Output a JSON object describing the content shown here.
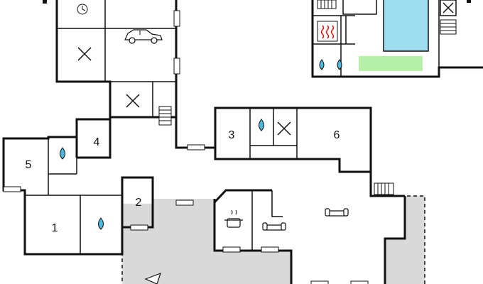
{
  "rooms": [
    {
      "id": "room-1",
      "label": "1"
    },
    {
      "id": "room-2",
      "label": "2"
    },
    {
      "id": "room-3",
      "label": "3"
    },
    {
      "id": "room-4",
      "label": "4"
    },
    {
      "id": "room-5",
      "label": "5"
    },
    {
      "id": "room-6",
      "label": "6"
    }
  ],
  "icons": [
    "clock-icon",
    "car-icon",
    "cross-box-icon",
    "stairs-icon",
    "water-drop-icon",
    "heater-icon",
    "cooking-pot-icon",
    "sofa-icon",
    "swimming-pool",
    "lawn-area",
    "compass-arrow-icon"
  ],
  "colors": {
    "wall": "#111111",
    "terrace": "#d9d9d9",
    "pool": "#9edcef",
    "lawn": "#b7f0a9",
    "window": "#ffffff"
  }
}
